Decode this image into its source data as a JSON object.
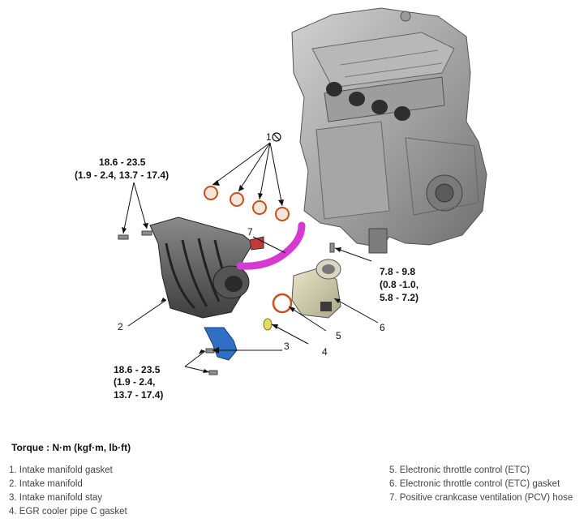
{
  "torque_labels": {
    "manifold_bolts": {
      "line1": "18.6 - 23.5",
      "line2": "(1.9 - 2.4, 13.7 - 17.4)"
    },
    "stay_bolts": {
      "line1": "18.6 - 23.5",
      "line2": "(1.9 - 2.4,",
      "line3": "13.7 - 17.4)"
    },
    "etc_bolts": {
      "line1": "7.8 - 9.8",
      "line2": "(0.8 -1.0,",
      "line3": "5.8 - 7.2)"
    }
  },
  "callouts": {
    "n1": "1",
    "n2": "2",
    "n3": "3",
    "n4": "4",
    "n5": "5",
    "n6": "6",
    "n7": "7"
  },
  "legend": {
    "title": "Torque : N·m (kgf·m, lb·ft)",
    "left_items": [
      "1. Intake manifold gasket",
      "2. Intake manifold",
      "3. Intake manifold stay",
      "4. EGR cooler pipe C gasket"
    ],
    "right_items": [
      "5. Electronic throttle control (ETC)",
      "6. Electronic throttle control (ETC) gasket",
      "7. Positive crankcase ventilation (PCV) hose"
    ]
  },
  "colors": {
    "pcv_hose": "#d63ad1",
    "stay_bracket": "#2f6fc4",
    "gasket": "#c8501c",
    "engine_gray": "#8e8e8e"
  }
}
